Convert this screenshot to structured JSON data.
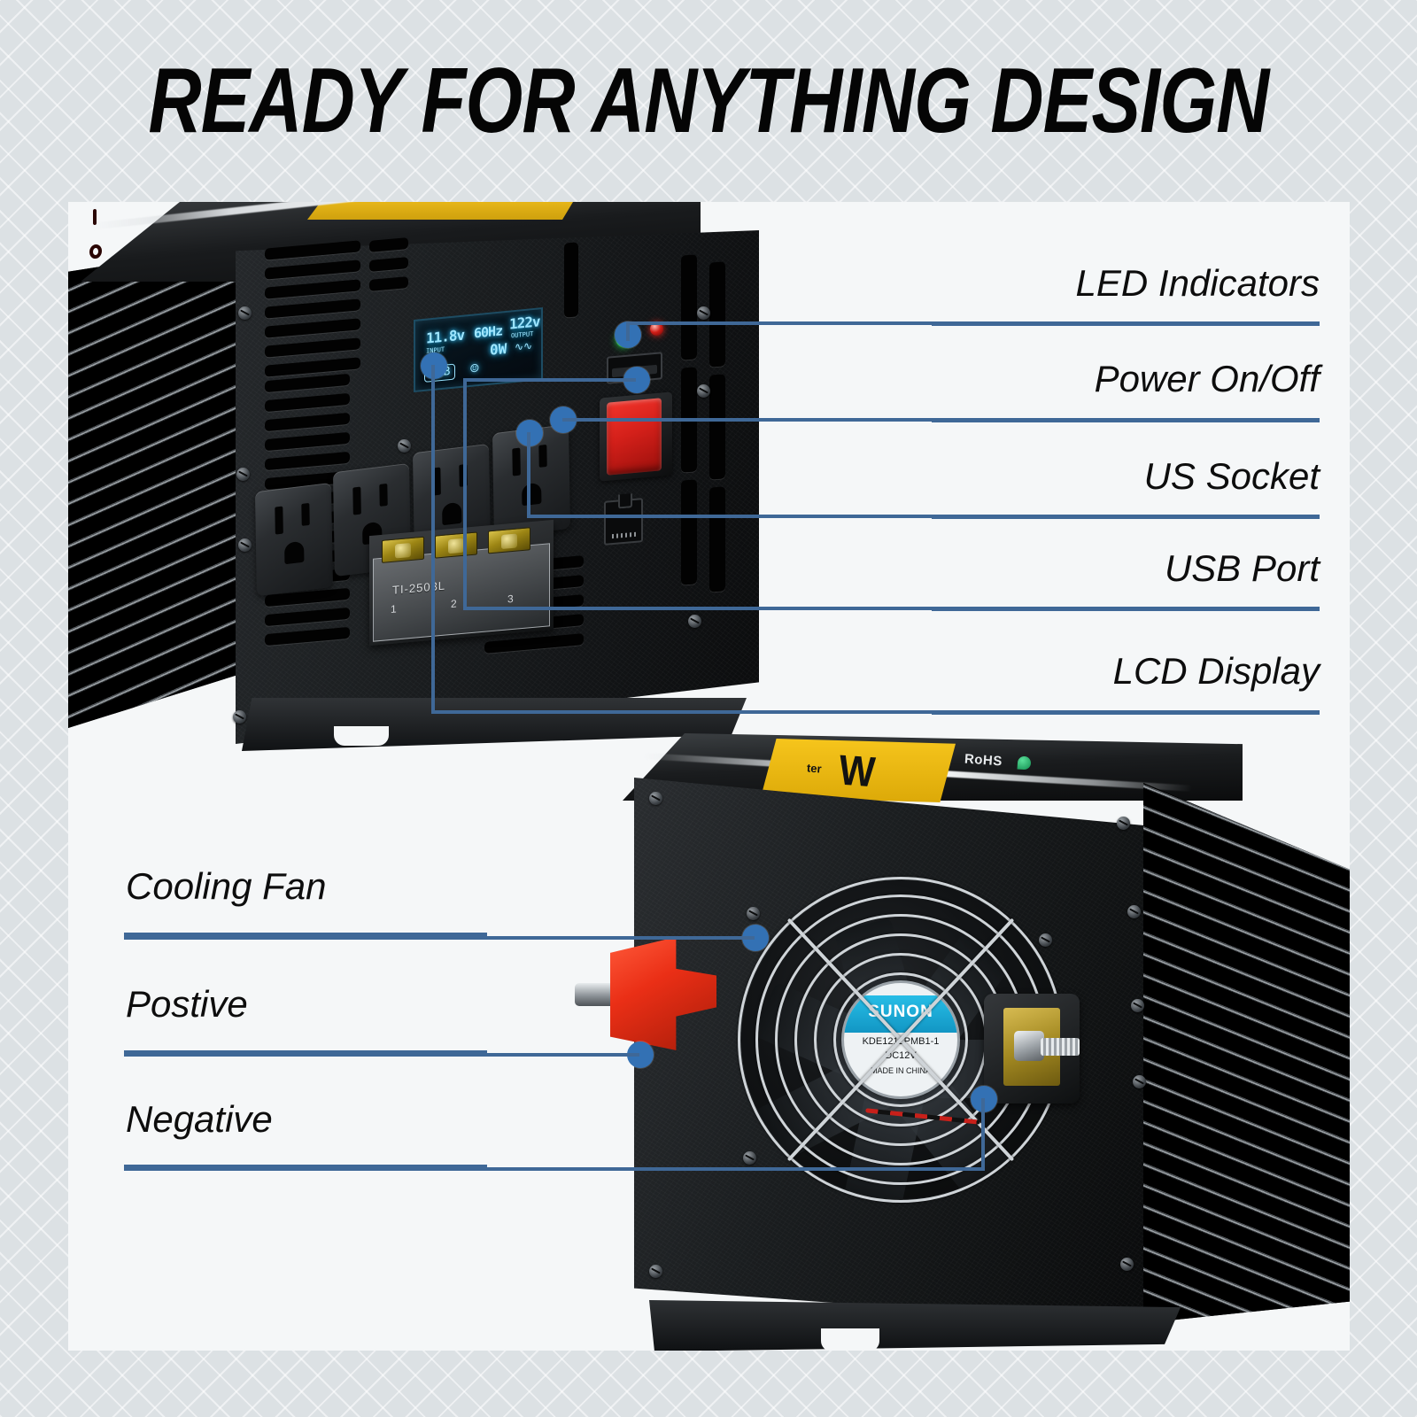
{
  "title": "READY FOR ANYTHING DESIGN",
  "theme": {
    "page_background": "#dce1e4",
    "panel_background": "#f5f7f8",
    "callout_line": "#3f6897",
    "callout_dot": "#3371b4",
    "led_green": "#14c23a",
    "led_red": "#d01d16",
    "switch_red": "#d4201a",
    "terminal_positive": "#ea2f16",
    "terminal_negative": "#a48a22",
    "label_yellow": "#f6c51c",
    "lcd_cyan": "#9fe6ff"
  },
  "callouts_right": [
    {
      "label": "LED Indicators",
      "target": "led-indicators"
    },
    {
      "label": "Power On/Off",
      "target": "power-switch"
    },
    {
      "label": "US Socket",
      "target": "ac-outlet"
    },
    {
      "label": "USB Port",
      "target": "usb-port"
    },
    {
      "label": "LCD Display",
      "target": "lcd-display"
    }
  ],
  "callouts_left": [
    {
      "label": "Cooling Fan",
      "target": "cooling-fan"
    },
    {
      "label": "Postive",
      "target": "positive-terminal"
    },
    {
      "label": "Negative",
      "target": "negative-terminal"
    }
  ],
  "lcd": {
    "input_voltage": "11.8v",
    "input_frequency": "60Hz",
    "input_label": "INPUT",
    "output_voltage": "122v",
    "output_label": "OUTPUT",
    "power": "0W",
    "waveform_icon": "sine-wave",
    "usb_icon": "usb-badge",
    "status_icon": "smiley-face"
  },
  "terminal_block": {
    "model": "TI-2503L",
    "posts": [
      "1",
      "2",
      "3"
    ]
  },
  "fan": {
    "brand": "SUNON",
    "model": "KDE1212PMB1-1",
    "voltage": "DC12V",
    "cert": "MADE IN CHINA"
  },
  "product_label": {
    "watt_text": "W",
    "small_text": "ter",
    "compliance": "RoHS"
  },
  "power_switch": {
    "on_mark": "I",
    "off_mark": "O"
  }
}
